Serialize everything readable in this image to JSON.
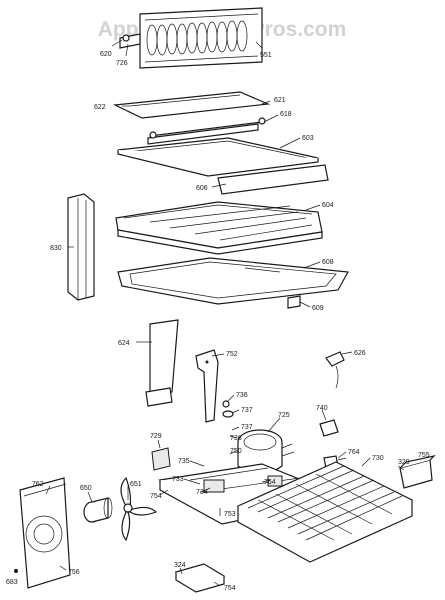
{
  "watermark": "AppliancePartsPros.com",
  "part_labels": {
    "p620": "620",
    "p726": "726",
    "p551": "551",
    "p622": "622",
    "p621": "621",
    "p618": "618",
    "p603": "603",
    "p606": "606",
    "p604": "604",
    "p830": "830",
    "p608": "608",
    "p609": "609",
    "p624": "624",
    "p752": "752",
    "p626": "626",
    "p736a": "736",
    "p737a": "737",
    "p725": "725",
    "p737b": "737",
    "p740": "740",
    "p736b": "736",
    "p729": "729",
    "p750": "750",
    "p764a": "764",
    "p735": "735",
    "p730": "730",
    "p329": "329",
    "p755": "755",
    "p733": "733",
    "p734": "734",
    "p764b": "764",
    "p762": "762",
    "p650": "650",
    "p651": "651",
    "p754a": "754",
    "p753": "753",
    "p324": "324",
    "p754b": "754",
    "p756": "756",
    "p683": "683"
  }
}
